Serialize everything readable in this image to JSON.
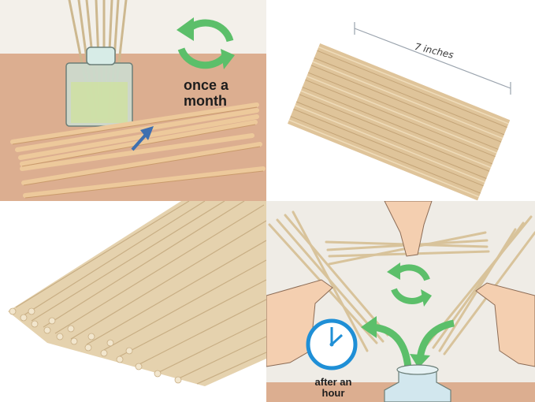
{
  "layout": "2x2 image collage",
  "panels": [
    {
      "id": "top-left",
      "description": "Illustration of a reed diffuser bottle on a wooden table with a bundle of tied reed sticks and a green refresh arrow",
      "caption_line1": "once a",
      "caption_line2": "month",
      "icon": "refresh-arrows-icon",
      "colors": {
        "wall": "#f3f0ea",
        "table": "#dcae90",
        "arrow": "#5cbf6a",
        "tie": "#3e6fb0",
        "reed": "#e9c79c"
      }
    },
    {
      "id": "top-right",
      "description": "Photo of a bundle of natural rattan reed sticks with measurement line",
      "measurement_label": "7 inches",
      "colors": {
        "background": "#ffffff",
        "reed": "#dcc39a"
      }
    },
    {
      "id": "bottom-left",
      "description": "Close-up photo of many natural rattan reed sticks",
      "colors": {
        "background": "#ffffff",
        "reed": "#e2ceaa"
      }
    },
    {
      "id": "bottom-right",
      "description": "Illustration of hands flipping reed sticks in a diffuser bottle with clock and green arrows",
      "caption_line1": "after an",
      "caption_line2": "hour",
      "icons": [
        "clock-icon",
        "refresh-arrows-icon",
        "curved-arrow-icon"
      ],
      "colors": {
        "wall": "#efece6",
        "table": "#dcae90",
        "arrow": "#5cbf6a",
        "clock": "#1f8fd6",
        "skin": "#f4cfb0"
      }
    }
  ]
}
